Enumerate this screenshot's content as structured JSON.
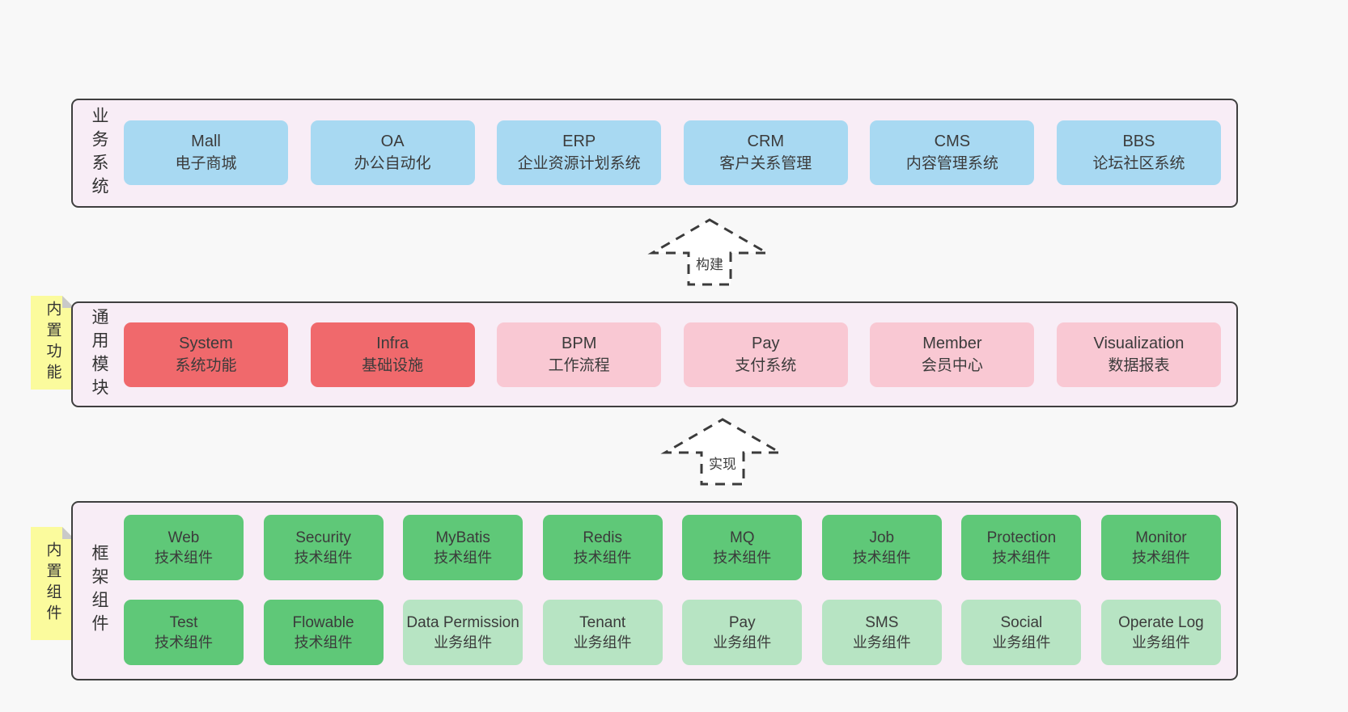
{
  "palette": {
    "page_bg": "#f8f8f8",
    "band_bg": "#f8edf6",
    "band_border": "#3f3f3f",
    "blue": "#a8d9f2",
    "red": "#f0696c",
    "pink": "#f9c8d3",
    "green_dark": "#5fc878",
    "green_light": "#b7e4c3",
    "sticky_yellow": "#fbfb9d",
    "sticky_fold_gray": "#c9c9c9",
    "text": "#3b3b3b"
  },
  "arrows": {
    "build": "构建",
    "implement": "实现"
  },
  "band1": {
    "label": "业务系统",
    "boxes": [
      {
        "en": "Mall",
        "zh": "电子商城"
      },
      {
        "en": "OA",
        "zh": "办公自动化"
      },
      {
        "en": "ERP",
        "zh": "企业资源计划系统"
      },
      {
        "en": "CRM",
        "zh": "客户关系管理"
      },
      {
        "en": "CMS",
        "zh": "内容管理系统"
      },
      {
        "en": "BBS",
        "zh": "论坛社区系统"
      }
    ]
  },
  "band2": {
    "label": "通用模块",
    "sticky": "内置功能",
    "boxes": [
      {
        "en": "System",
        "zh": "系统功能"
      },
      {
        "en": "Infra",
        "zh": "基础设施"
      },
      {
        "en": "BPM",
        "zh": "工作流程"
      },
      {
        "en": "Pay",
        "zh": "支付系统"
      },
      {
        "en": "Member",
        "zh": "会员中心"
      },
      {
        "en": "Visualization",
        "zh": "数据报表"
      }
    ]
  },
  "band3": {
    "label": "框架组件",
    "sticky": "内置组件",
    "row1": [
      {
        "en": "Web",
        "zh": "技术组件"
      },
      {
        "en": "Security",
        "zh": "技术组件"
      },
      {
        "en": "MyBatis",
        "zh": "技术组件"
      },
      {
        "en": "Redis",
        "zh": "技术组件"
      },
      {
        "en": "MQ",
        "zh": "技术组件"
      },
      {
        "en": "Job",
        "zh": "技术组件"
      },
      {
        "en": "Protection",
        "zh": "技术组件"
      },
      {
        "en": "Monitor",
        "zh": "技术组件"
      }
    ],
    "row2": [
      {
        "en": "Test",
        "zh": "技术组件"
      },
      {
        "en": "Flowable",
        "zh": "技术组件"
      },
      {
        "en": "Data Permission",
        "zh": "业务组件"
      },
      {
        "en": "Tenant",
        "zh": "业务组件"
      },
      {
        "en": "Pay",
        "zh": "业务组件"
      },
      {
        "en": "SMS",
        "zh": "业务组件"
      },
      {
        "en": "Social",
        "zh": "业务组件"
      },
      {
        "en": "Operate Log",
        "zh": "业务组件"
      }
    ]
  }
}
